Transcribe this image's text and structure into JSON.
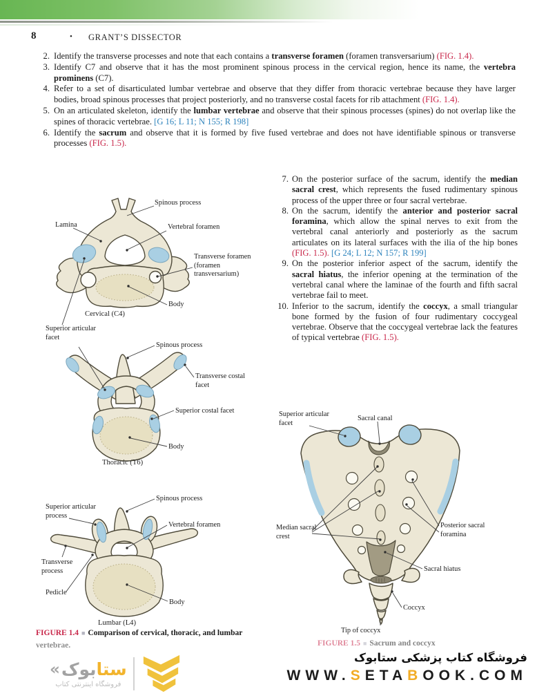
{
  "header": {
    "page_number": "8",
    "bullet": "•",
    "book_title": "GRANT’S DISSECTOR"
  },
  "colors": {
    "banner_green": "#68b653",
    "reference_red": "#c8274a",
    "reference_blue": "#2f84bd",
    "bone_fill": "#ece7d5",
    "facet_blue": "#a9cfe3",
    "logo_yellow": "#f2b42d"
  },
  "instructions_top": [
    {
      "num": "2.",
      "segments": [
        {
          "t": "Identify the transverse processes and note that each contains a ",
          "s": "p"
        },
        {
          "t": "transverse foramen",
          "s": "b"
        },
        {
          "t": " (foramen transversarium) ",
          "s": "p"
        },
        {
          "t": "(FIG. 1.4).",
          "s": "r"
        }
      ]
    },
    {
      "num": "3.",
      "segments": [
        {
          "t": "Identify C7 and observe that it has the most prominent spinous process in the cervical region, hence its name, the ",
          "s": "p"
        },
        {
          "t": "vertebra prominens",
          "s": "b"
        },
        {
          "t": " (C7).",
          "s": "p"
        }
      ]
    },
    {
      "num": "4.",
      "segments": [
        {
          "t": "Refer to a set of disarticulated lumbar vertebrae and observe that they differ from thoracic vertebrae because they have larger bodies, broad spinous processes that project posteriorly, and no transverse costal facets for rib attachment ",
          "s": "p"
        },
        {
          "t": "(FIG. 1.4).",
          "s": "r"
        }
      ]
    },
    {
      "num": "5.",
      "segments": [
        {
          "t": "On an articulated skeleton, identify the ",
          "s": "p"
        },
        {
          "t": "lumbar vertebrae",
          "s": "b"
        },
        {
          "t": " and observe that their spinous processes (spines) do not overlap like the spines of thoracic vertebrae. ",
          "s": "p"
        },
        {
          "t": "[G 16; L 11; N 155; R 198]",
          "s": "u"
        }
      ]
    },
    {
      "num": "6.",
      "segments": [
        {
          "t": "Identify the ",
          "s": "p"
        },
        {
          "t": "sacrum",
          "s": "b"
        },
        {
          "t": " and observe that it is formed by five fused vertebrae and does not have identifiable spinous or transverse processes ",
          "s": "p"
        },
        {
          "t": "(FIG. 1.5).",
          "s": "r"
        }
      ]
    }
  ],
  "instructions_right": [
    {
      "num": "7.",
      "segments": [
        {
          "t": "On the posterior surface of the sacrum, identify the ",
          "s": "p"
        },
        {
          "t": "median sacral crest",
          "s": "b"
        },
        {
          "t": ", which represents the fused rudimentary spinous process of the upper three or four sacral vertebrae.",
          "s": "p"
        }
      ]
    },
    {
      "num": "8.",
      "segments": [
        {
          "t": "On the sacrum, identify the ",
          "s": "p"
        },
        {
          "t": "anterior and posterior sacral foramina",
          "s": "b"
        },
        {
          "t": ", which allow the spinal nerves to exit from the vertebral canal anteriorly and posteriorly as the sacrum articulates on its lateral surfaces with the ilia of the hip bones ",
          "s": "p"
        },
        {
          "t": "(FIG. 1.5).",
          "s": "r"
        },
        {
          "t": " ",
          "s": "p"
        },
        {
          "t": "[G 24; L 12; N 157; R 199]",
          "s": "u"
        }
      ]
    },
    {
      "num": "9.",
      "segments": [
        {
          "t": "On the posterior inferior aspect of the sacrum, identify the ",
          "s": "p"
        },
        {
          "t": "sacral hiatus",
          "s": "b"
        },
        {
          "t": ", the inferior opening at the termination of the vertebral canal where the laminae of the fourth and fifth sacral vertebrae fail to meet.",
          "s": "p"
        }
      ]
    },
    {
      "num": "10.",
      "segments": [
        {
          "t": "Inferior to the sacrum, identify the ",
          "s": "p"
        },
        {
          "t": "coccyx",
          "s": "b"
        },
        {
          "t": ", a small triangular bone formed by the fusion of four rudimentary coccygeal vertebrae. Observe that the coccygeal vertebrae lack the features of typical vertebrae ",
          "s": "p"
        },
        {
          "t": "(FIG. 1.5).",
          "s": "r"
        }
      ]
    }
  ],
  "figure_1_4": {
    "cervical": {
      "spinous": "Spinous process",
      "lamina": "Lamina",
      "vforamen": "Vertebral foramen",
      "tforamen": "Transverse foramen\n(foramen\ntransversarium)",
      "body": "Body",
      "caption": "Cervical (C4)"
    },
    "shared_saf": "Superior articular\nfacet",
    "thoracic": {
      "spinous": "Spinous process",
      "tcostal": "Transverse costal\nfacet",
      "scostal": "Superior costal facet",
      "body": "Body",
      "caption": "Thoracic (T6)"
    },
    "lumbar": {
      "spinous": "Spinous process",
      "sap": "Superior articular\nprocess",
      "vforamen": "Vertebral foramen",
      "tprocess": "Transverse\nprocess",
      "pedicle": "Pedicle",
      "body": "Body",
      "caption": "Lumbar (L4)"
    },
    "caption": {
      "label": "FIGURE 1.4",
      "square": "■",
      "line1": "Comparison of cervical, thoracic, and lumbar",
      "line2": "vertebrae."
    }
  },
  "figure_1_5": {
    "labels": {
      "saf": "Superior articular\nfacet",
      "canal": "Sacral canal",
      "crest": "Median sacral\ncrest",
      "pforamina": "Posterior sacral\nforamina",
      "hiatus": "Sacral hiatus",
      "coccyx": "Coccyx",
      "tip": "Tip of coccyx"
    },
    "caption": {
      "label": "FIGURE 1.5",
      "square": "■",
      "text": "Sacrum and coccyx"
    }
  },
  "footer": {
    "logo": {
      "guillemet": "«",
      "brand_yellow": "ستا",
      "brand_gray": "بوک",
      "subtitle": "فروشگاه اینترنتی کتاب"
    },
    "persian_title": "فروشگاه کتاب پزشکی ستابوک",
    "url": [
      {
        "t": "WWW.",
        "s": "k"
      },
      {
        "t": "S",
        "s": "y"
      },
      {
        "t": "ETA",
        "s": "k"
      },
      {
        "t": "B",
        "s": "y"
      },
      {
        "t": "OOK.COM",
        "s": "k"
      }
    ]
  }
}
